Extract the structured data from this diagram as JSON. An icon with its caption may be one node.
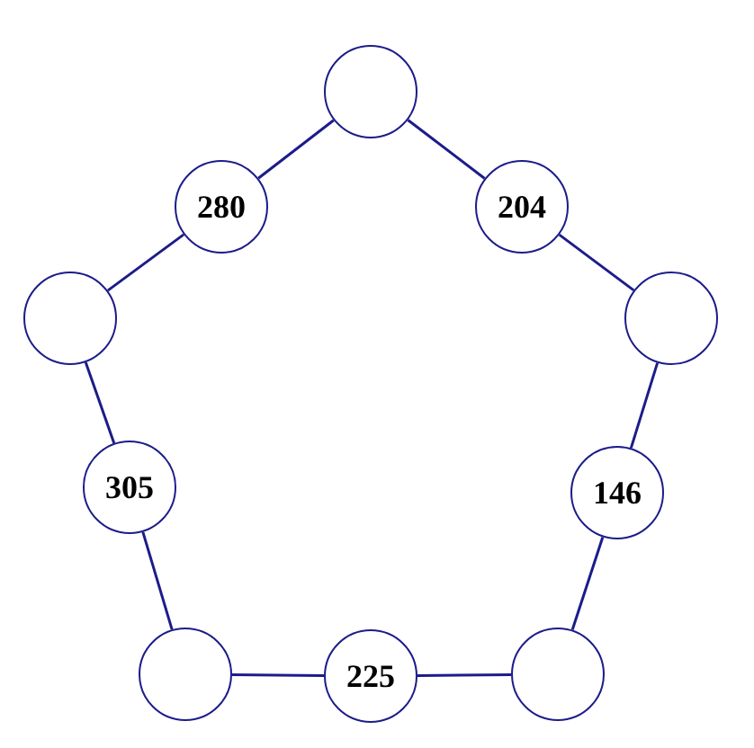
{
  "diagram": {
    "nodes": [
      {
        "text": [],
        "shape": "circle"
      },
      {
        "text": [
          "280"
        ]
      },
      {
        "text": [
          "204"
        ]
      },
      {
        "text": [],
        "shape": "circle"
      },
      {
        "text": [],
        "shape": "circle"
      },
      {
        "text": [
          "305"
        ]
      },
      {
        "text": [
          "146"
        ]
      },
      {
        "text": [],
        "shape": "circle"
      },
      {
        "text": [
          "225"
        ]
      },
      {
        "text": [],
        "shape": "circle"
      }
    ],
    "edges": [
      {
        "from": 0,
        "to": 1,
        "arrow": "none"
      },
      {
        "from": 1,
        "to": 3,
        "arrow": "none"
      },
      {
        "from": 0,
        "to": 2,
        "arrow": "none"
      },
      {
        "from": 2,
        "to": 4,
        "arrow": "none"
      },
      {
        "from": 3,
        "to": 5,
        "arrow": "none"
      },
      {
        "from": 5,
        "to": 7,
        "arrow": "none"
      },
      {
        "from": 4,
        "to": 6,
        "arrow": "none"
      },
      {
        "from": 6,
        "to": 9,
        "arrow": "none"
      },
      {
        "from": 7,
        "to": 8,
        "arrow": "none"
      },
      {
        "from": 8,
        "to": 9,
        "arrow": "none"
      }
    ]
  }
}
